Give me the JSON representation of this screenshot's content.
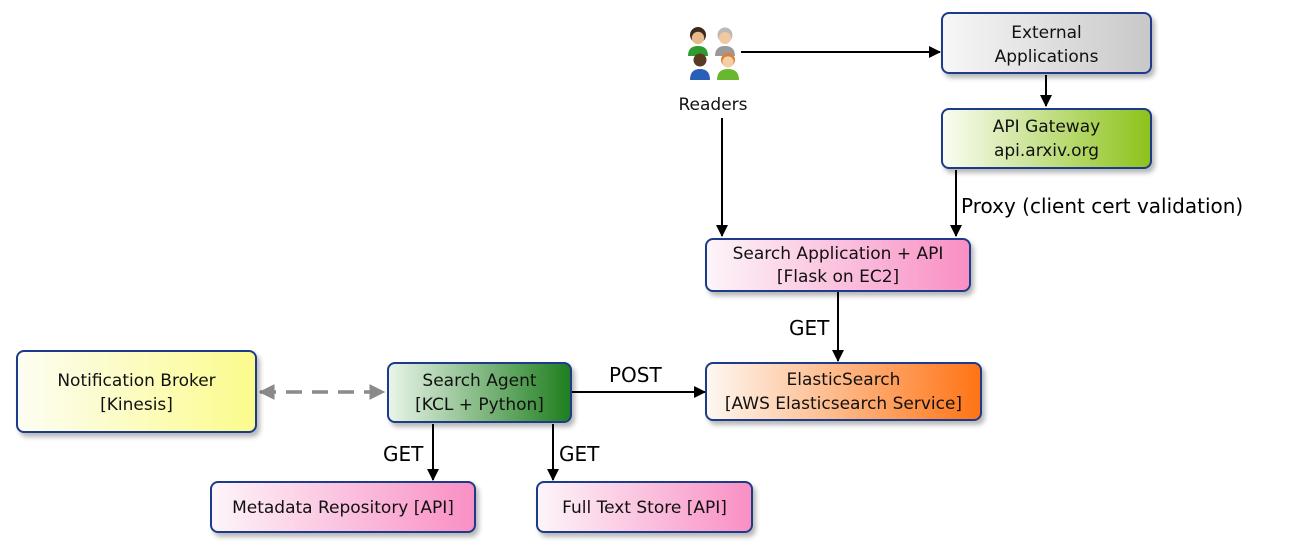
{
  "nodes": {
    "external_apps": {
      "lines": [
        "External",
        "Applications"
      ],
      "fill": [
        "#f7f7f7",
        "#c8c8c8"
      ]
    },
    "api_gateway": {
      "lines": [
        "API Gateway",
        "api.arxiv.org"
      ],
      "fill": [
        "#fbfdf4",
        "#8cc21a"
      ]
    },
    "search_app": {
      "lines": [
        "Search Application + API",
        "[Flask on EC2]"
      ],
      "fill": [
        "#fdf5f9",
        "#f98fc4"
      ]
    },
    "elasticsearch": {
      "lines": [
        "ElasticSearch",
        "[AWS Elasticsearch Service]"
      ],
      "fill": [
        "#fef8f2",
        "#ff7314"
      ]
    },
    "search_agent": {
      "lines": [
        "Search Agent",
        "[KCL + Python]"
      ],
      "fill": [
        "#eaf5ea",
        "#1e7e1e"
      ]
    },
    "notification_broker": {
      "lines": [
        "Notification Broker",
        "[Kinesis]"
      ],
      "fill": [
        "#fdfdf3",
        "#fbfb8c"
      ]
    },
    "metadata_repo": {
      "lines": [
        "Metadata Repository [API]"
      ],
      "fill": [
        "#fdf5f9",
        "#f98fc4"
      ]
    },
    "fulltext_store": {
      "lines": [
        "Full Text Store [API]"
      ],
      "fill": [
        "#fdf5f9",
        "#f98fc4"
      ]
    }
  },
  "actor": {
    "label": "Readers",
    "icon": "readers-group-icon"
  },
  "edge_labels": {
    "proxy": "Proxy (client cert validation)",
    "get_search": "GET",
    "post": "POST",
    "get_metadata": "GET",
    "get_fulltext": "GET"
  },
  "colors": {
    "border": "#1f3a8a",
    "arrow": "#000000",
    "dashed_arrow": "#8a8a8a"
  }
}
